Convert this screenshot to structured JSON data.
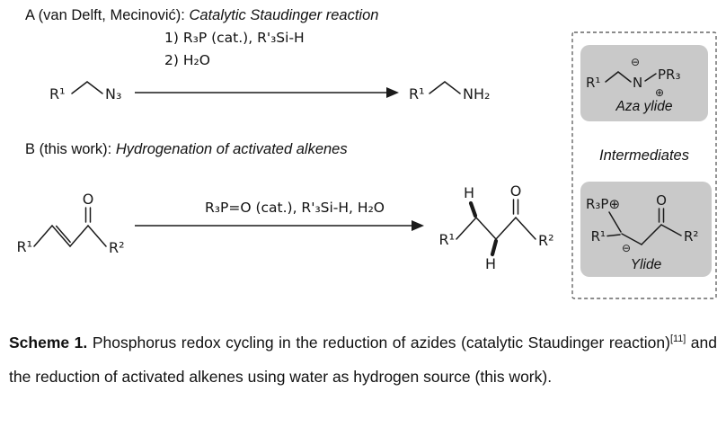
{
  "figure": {
    "panel_a": {
      "label": "A (van Delft, Mecinović): ",
      "title": "Catalytic Staudinger reaction",
      "conditions_line1": "1) R₃P (cat.), R'₃Si-H",
      "conditions_line2": "2) H₂O",
      "reactant": {
        "r1": "R¹",
        "n3": "N₃"
      },
      "product": {
        "r1": "R¹",
        "nh2": "NH₂"
      }
    },
    "panel_b": {
      "label": "B (this work): ",
      "title": "Hydrogenation of activated alkenes",
      "conditions": "R₃P=O (cat.), R'₃Si-H, H₂O",
      "reactant": {
        "r1": "R¹",
        "o": "O",
        "r2": "R²"
      },
      "product": {
        "h_top": "H",
        "o": "O",
        "r1": "R¹",
        "r2": "R²",
        "h_bottom": "H"
      }
    },
    "intermediates": {
      "title": "Intermediates",
      "aza_ylide": {
        "r1": "R¹",
        "n": "N",
        "minus": "⊖",
        "plus": "⊕",
        "pr3": "PR₃",
        "caption": "Aza ylide"
      },
      "ylide": {
        "r3p": "R₃P⊕",
        "o": "O",
        "r1": "R¹",
        "minus": "⊖",
        "r2": "R²",
        "caption": "Ylide"
      }
    }
  },
  "caption": {
    "bold": "Scheme 1.",
    "text1": " Phosphorus redox cycling in the reduction of azides (catalytic Staudinger reaction)",
    "citation": "[11]",
    "text2": " and the reduction of activated alkenes using water as hydrogen source (this work)."
  },
  "colors": {
    "ink": "#1a1a1a",
    "box_fill": "#c9c9c9",
    "dash_border": "#666666"
  }
}
